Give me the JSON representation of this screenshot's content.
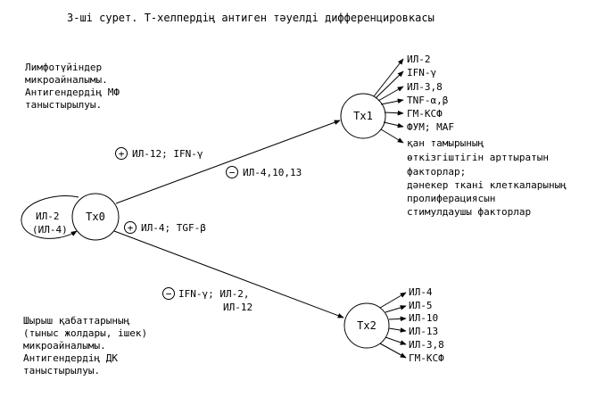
{
  "title": "3-ші сурет. Т-хелпердің антиген тәуелді дифференцировкасы",
  "nodes": {
    "th0": "Тх0",
    "th1": "Тх1",
    "th2": "Тх2"
  },
  "self_loop": {
    "line1": "ИЛ-2",
    "line2": "(ИЛ-4)"
  },
  "top_left_text": [
    "Лимфотүйіндер",
    "микроайналымы.",
    "Антигендердің МФ",
    "таныстырылуы."
  ],
  "bottom_left_text": [
    "Шырыш қабаттарының",
    "(тыныс жолдары, ішек)",
    "микроайналымы.",
    "Антигендердің ДК",
    "таныстырылуы."
  ],
  "th1_path": {
    "plus_sign": "+",
    "plus_label": "ИЛ-12; IFN-γ",
    "minus_sign": "−",
    "minus_label": "ИЛ-4,10,13"
  },
  "th2_path": {
    "plus_sign": "+",
    "plus_label": "ИЛ-4; TGF-β",
    "minus_sign": "−",
    "minus_label_line1": "IFN-γ; ИЛ-2,",
    "minus_label_line2": "ИЛ-12"
  },
  "th1_products": [
    "ИЛ-2",
    "IFN-γ",
    "ИЛ-3,8",
    "TNF-α,β",
    "ГМ-КСФ",
    "ФУМ; МАF",
    "қан тамырының",
    "өткізгіштігін арттыратын",
    "факторлар;",
    "дәнекер ткані клеткаларының",
    "пролиферациясын",
    "стимулдаушы факторлар"
  ],
  "th2_products": [
    "ИЛ-4",
    "ИЛ-5",
    "ИЛ-10",
    "ИЛ-13",
    "ИЛ-3,8",
    "ГМ-КСФ"
  ]
}
